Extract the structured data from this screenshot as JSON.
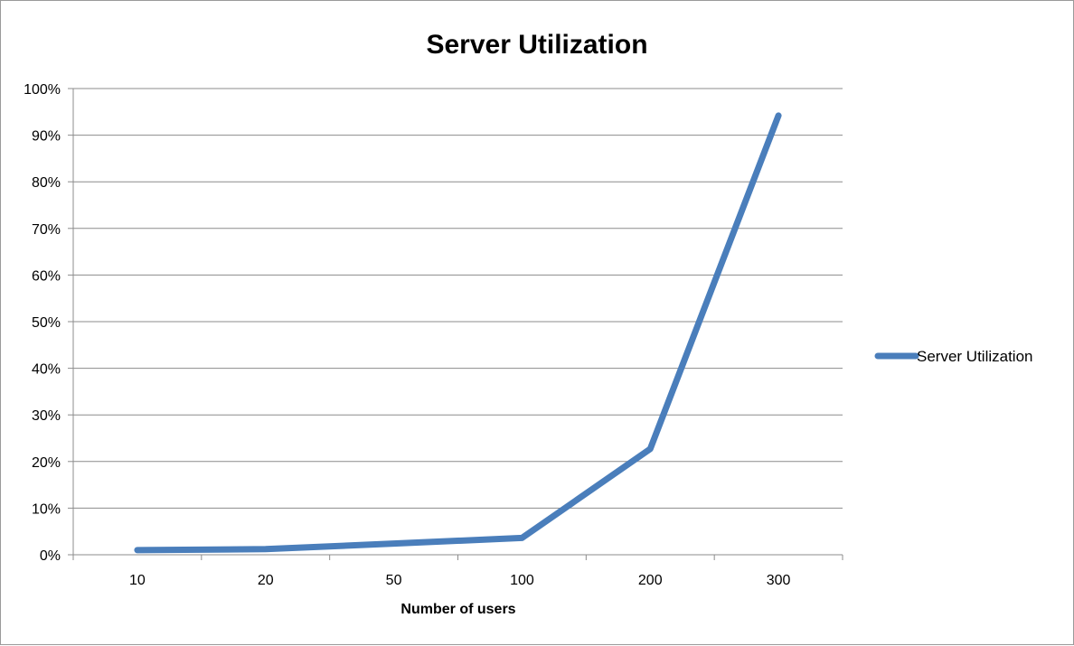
{
  "chart_data": {
    "type": "line",
    "title": "Server Utilization",
    "xlabel": "Number of users",
    "ylabel": "",
    "categories": [
      "10",
      "20",
      "50",
      "100",
      "200",
      "300"
    ],
    "series": [
      {
        "name": "Server Utilization",
        "values": [
          0.01,
          0.012,
          0.024,
          0.036,
          0.227,
          0.942
        ],
        "color": "#4a7ebb"
      }
    ],
    "ylim": [
      0,
      1
    ],
    "yticks": [
      0,
      0.1,
      0.2,
      0.3,
      0.4,
      0.5,
      0.6,
      0.7,
      0.8,
      0.9,
      1.0
    ],
    "ytick_labels": [
      "0%",
      "10%",
      "20%",
      "30%",
      "40%",
      "50%",
      "60%",
      "70%",
      "80%",
      "90%",
      "100%"
    ],
    "grid": true,
    "legend": "right"
  },
  "colors": {
    "series": "#4a7ebb",
    "grid": "#8c8c8c",
    "axis": "#8c8c8c"
  }
}
